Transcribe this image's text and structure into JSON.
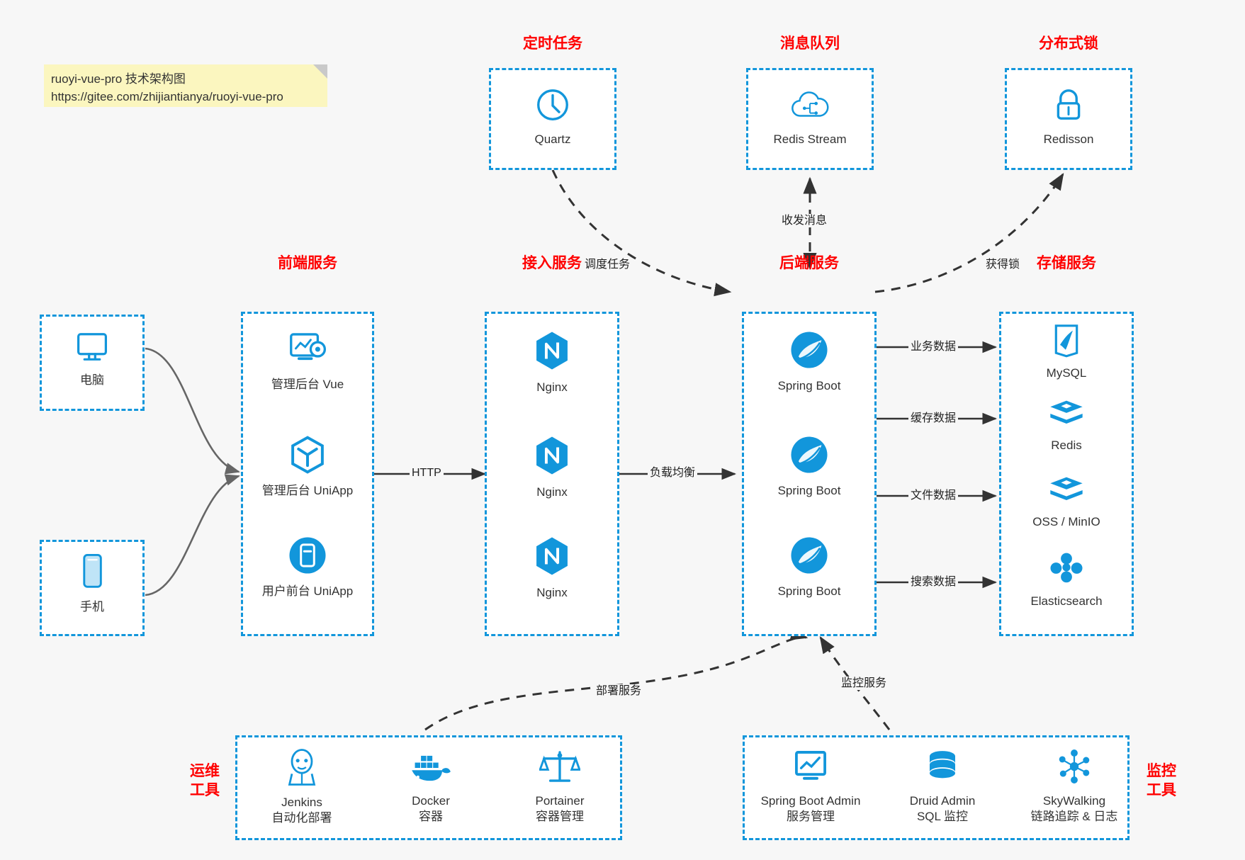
{
  "note": {
    "line1": "ruoyi-vue-pro 技术架构图",
    "line2": "https://gitee.com/zhijiantianya/ruoyi-vue-pro",
    "bg": "#fbf6bf"
  },
  "theme": {
    "accent": "#1296db",
    "group_title_color": "#ff0000",
    "canvas_bg": "#f7f7f7",
    "edge_color": "#333333",
    "device_edge_color": "#666666"
  },
  "groups": {
    "scheduler": {
      "title": "定时任务",
      "items": [
        {
          "label": "Quartz",
          "icon": "clock-icon"
        }
      ]
    },
    "mq": {
      "title": "消息队列",
      "items": [
        {
          "label": "Redis Stream",
          "icon": "cloud-stream-icon"
        }
      ]
    },
    "lock": {
      "title": "分布式锁",
      "items": [
        {
          "label": "Redisson",
          "icon": "padlock-icon"
        }
      ]
    },
    "devices": {
      "items": [
        {
          "label": "电脑",
          "icon": "desktop-icon"
        },
        {
          "label": "手机",
          "icon": "mobile-icon"
        }
      ]
    },
    "frontend": {
      "title": "前端服务",
      "items": [
        {
          "label": "管理后台 Vue",
          "icon": "dashboard-gear-icon"
        },
        {
          "label": "管理后台 UniApp",
          "icon": "cube-icon"
        },
        {
          "label": "用户前台 UniApp",
          "icon": "app-square-icon"
        }
      ]
    },
    "gateway": {
      "title": "接入服务",
      "items": [
        {
          "label": "Nginx",
          "icon": "nginx-icon"
        },
        {
          "label": "Nginx",
          "icon": "nginx-icon"
        },
        {
          "label": "Nginx",
          "icon": "nginx-icon"
        }
      ]
    },
    "backend": {
      "title": "后端服务",
      "items": [
        {
          "label": "Spring Boot",
          "icon": "spring-leaf-icon"
        },
        {
          "label": "Spring Boot",
          "icon": "spring-leaf-icon"
        },
        {
          "label": "Spring Boot",
          "icon": "spring-leaf-icon"
        }
      ]
    },
    "storage": {
      "title": "存储服务",
      "items": [
        {
          "label": "MySQL",
          "icon": "mysql-dolphin-icon"
        },
        {
          "label": "Redis",
          "icon": "redis-stack-icon"
        },
        {
          "label": "OSS / MinIO",
          "icon": "object-storage-icon"
        },
        {
          "label": "Elasticsearch",
          "icon": "elasticsearch-icon"
        }
      ]
    },
    "devops": {
      "title_line1": "运维",
      "title_line2": "工具",
      "items": [
        {
          "label": "Jenkins",
          "sublabel": "自动化部署",
          "icon": "jenkins-butler-icon"
        },
        {
          "label": "Docker",
          "sublabel": "容器",
          "icon": "docker-whale-icon"
        },
        {
          "label": "Portainer",
          "sublabel": "容器管理",
          "icon": "portainer-scale-icon"
        }
      ]
    },
    "monitor": {
      "title_line1": "监控",
      "title_line2": "工具",
      "items": [
        {
          "label": "Spring Boot Admin",
          "sublabel": "服务管理",
          "icon": "monitor-chart-icon"
        },
        {
          "label": "Druid Admin",
          "sublabel": "SQL 监控",
          "icon": "database-icon"
        },
        {
          "label": "SkyWalking",
          "sublabel": "链路追踪 & 日志",
          "icon": "skywalking-nodes-icon"
        }
      ]
    }
  },
  "edges": {
    "schedule_task": "调度任务",
    "mq_send_receive": "收发消息",
    "acquire_lock": "获得锁",
    "http": "HTTP",
    "load_balance": "负载均衡",
    "business_data": "业务数据",
    "cache_data": "缓存数据",
    "file_data": "文件数据",
    "search_data": "搜索数据",
    "deploy_service": "部署服务",
    "monitor_service": "监控服务"
  }
}
